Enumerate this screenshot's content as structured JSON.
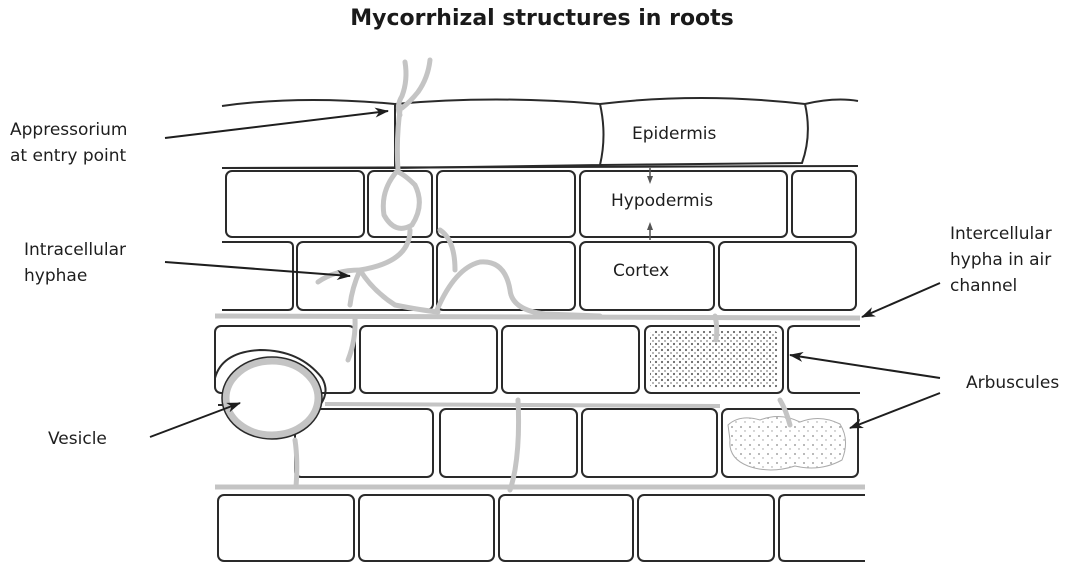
{
  "title": "Mycorrhizal structures in roots",
  "layers": {
    "epidermis": "Epidermis",
    "hypodermis": "Hypodermis",
    "cortex": "Cortex"
  },
  "callouts": {
    "appressorium_line1": "Appressorium",
    "appressorium_line2": "at entry point",
    "intracellular_line1": "Intracellular",
    "intracellular_line2": "hyphae",
    "intercellular_line1": "Intercellular",
    "intercellular_line2": "hypha in air",
    "intercellular_line3": "channel",
    "arbuscules": "Arbuscules",
    "vesicle": "Vesicle"
  },
  "colors": {
    "cell_wall": "#2a2a2a",
    "hypha": "#c4c4c4",
    "arbuscule_fill": "#8a8a8a",
    "arrow": "#1e1e1e"
  }
}
